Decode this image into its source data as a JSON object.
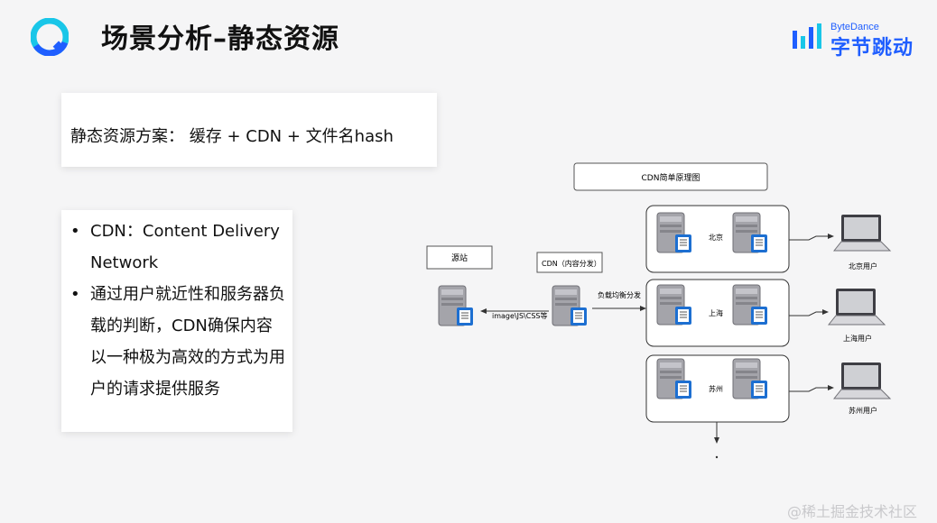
{
  "header": {
    "title": "场景分析–静态资源",
    "brand_en": "ByteDance",
    "brand_cn": "字节跳动"
  },
  "summary": {
    "text": "静态资源方案： 缓存 + CDN + 文件名hash"
  },
  "bullets": [
    "CDN：Content Delivery Network",
    "通过用户就近性和服务器负载的判断，CDN确保内容以一种极为高效的方式为用户的请求提供服务"
  ],
  "diagram": {
    "title": "CDN简单原理图",
    "origin_label": "源站",
    "cdn_label": "CDN（内容分发）",
    "origin_edge_label": "image\\JS\\CSS等",
    "lb_label": "负载均衡分发",
    "regions": [
      {
        "name": "北京",
        "user": "北京用户"
      },
      {
        "name": "上海",
        "user": "上海用户"
      },
      {
        "name": "苏州",
        "user": "苏州用户"
      }
    ]
  },
  "colors": {
    "brand_blue": "#1f5eff",
    "logo_cyan": "#19c6e8",
    "server_gray": "#9a9aa0",
    "badge_blue": "#1d6fd1"
  },
  "watermark": "@稀土掘金技术社区"
}
